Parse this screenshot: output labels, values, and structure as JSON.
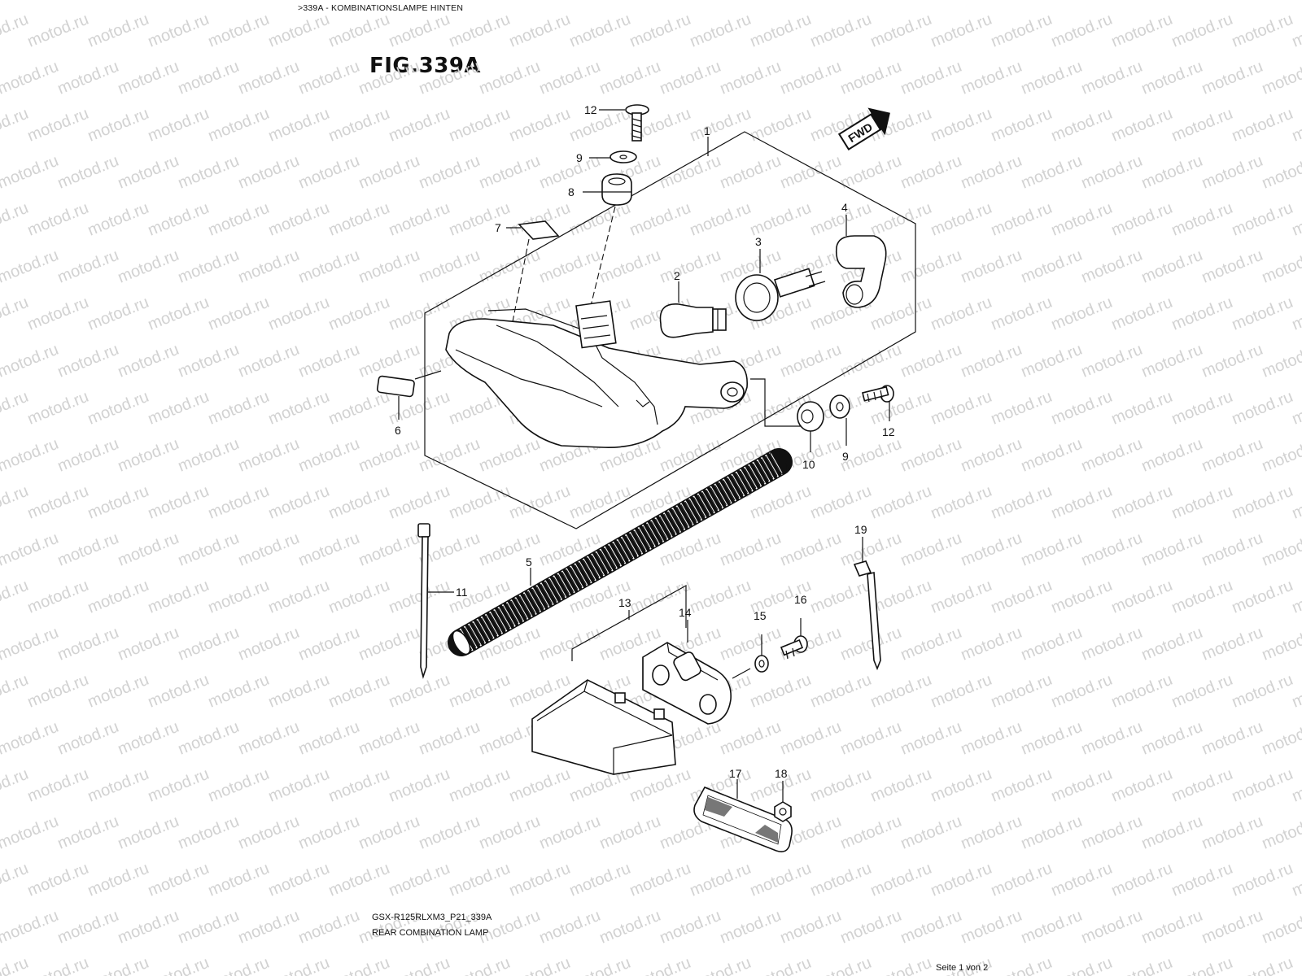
{
  "header": {
    "breadcrumb": ">339A - KOMBINATIONSLAMPE HINTEN"
  },
  "figure": {
    "title": "FIG.339A"
  },
  "direction_badge": {
    "label": "FWD"
  },
  "watermark": {
    "text": "motod.ru"
  },
  "footer": {
    "model_code": "GSX-R125RLXM3_P21_339A",
    "diagram_name": "REAR COMBINATION LAMP",
    "page_info": "Seite 1 von 2"
  },
  "callouts": {
    "c1": "1",
    "c2": "2",
    "c3": "3",
    "c4": "4",
    "c5": "5",
    "c6": "6",
    "c7": "7",
    "c8": "8",
    "c9a": "9",
    "c9b": "9",
    "c10": "10",
    "c11": "11",
    "c12a": "12",
    "c12b": "12",
    "c13": "13",
    "c14": "14",
    "c15": "15",
    "c16": "16",
    "c17": "17",
    "c18": "18",
    "c19": "19"
  }
}
